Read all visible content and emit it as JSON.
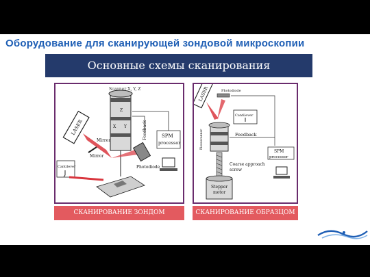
{
  "slide": {
    "heading": "Оборудование для сканирующей зондовой микроскопии",
    "banner": "Основные схемы сканирования"
  },
  "left_diagram": {
    "scanner_label": "Scanner X, Y, Z",
    "laser_label": "LASER",
    "mirror1_label": "Mirror",
    "mirror2_label": "Mirror",
    "feedback_label": "Feedback",
    "photodiode_label": "Photodiode",
    "processor_line1": "SPM",
    "processor_line2": "processor",
    "cantilever_label": "Cantilever",
    "axis_x": "X",
    "axis_y": "Y",
    "axis_z": "Z",
    "caption": "СКАНИРОВАНИЕ ЗОНДОМ"
  },
  "right_diagram": {
    "laser_label": "LASER",
    "photodiode_label": "Photodiode",
    "cantilever_label": "Cantilever",
    "feedback_label": "Feedback",
    "processor_line1": "SPM",
    "processor_line2": "processor",
    "approach_line1": "Coarse approach",
    "approach_line2": "screw",
    "motor_line1": "Stepper",
    "motor_line2": "motor",
    "piezo_label": "Piezoscanner",
    "caption": "СКАНИРОВАНИЕ ОБРАЗЦОМ"
  },
  "colors": {
    "heading": "#1f5fb5",
    "banner_bg": "#243a6b",
    "panel_border": "#6a2c6d",
    "caption_bg": "#e35a5f",
    "laser_beam": "#d9363e",
    "background": "#000000"
  },
  "logo_icon": "waves-logo-icon"
}
